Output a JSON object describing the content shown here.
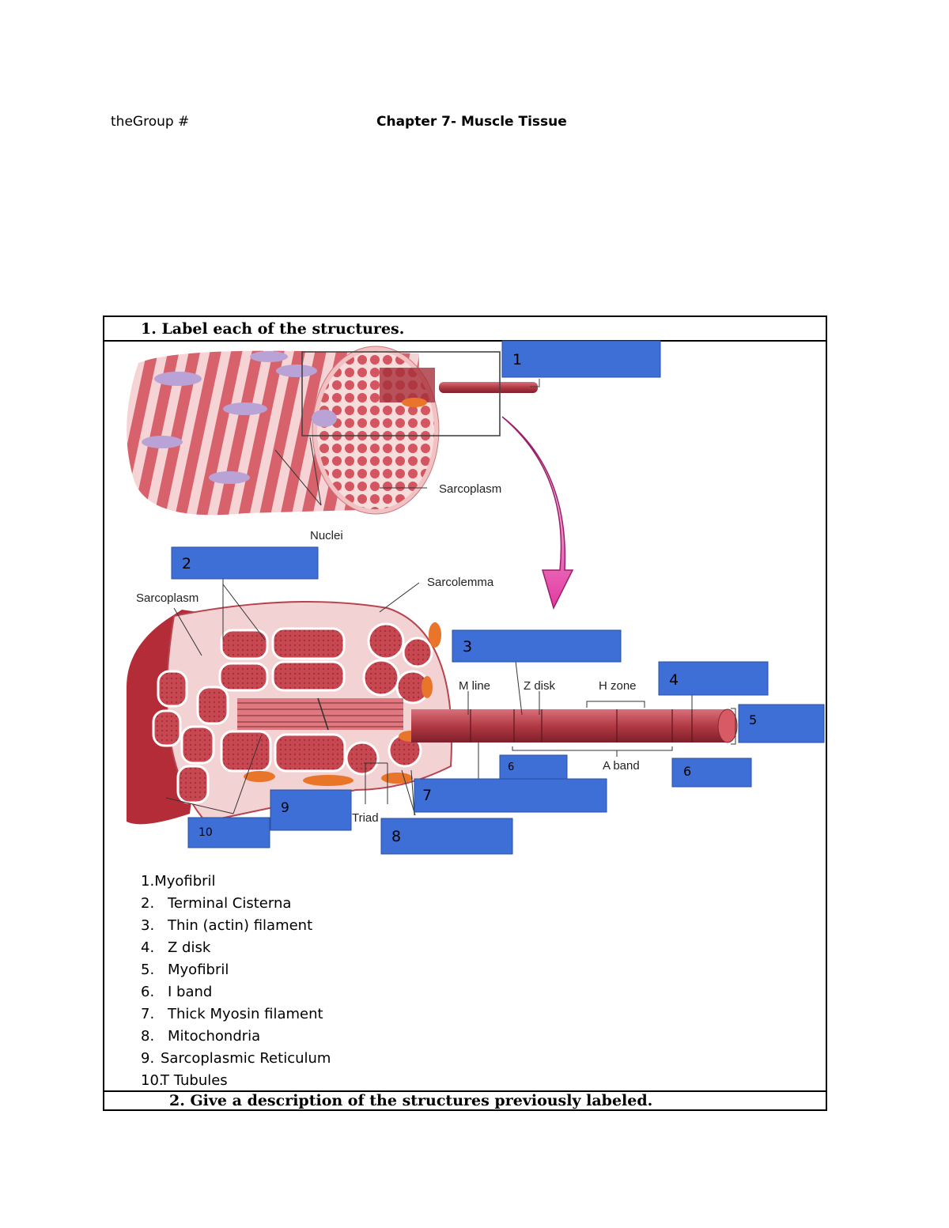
{
  "header": {
    "left": "theGroup  #",
    "title": "Chapter 7- Muscle Tissue"
  },
  "question1": "1.  Label each of the structures.",
  "question2": "2. Give a description of the structures previously labeled.",
  "diagram": {
    "printed_labels": {
      "sarcoplasm_top": "Sarcoplasm",
      "nuclei": "Nuclei",
      "sarcolemma": "Sarcolemma",
      "sarcoplasm_left": "Sarcoplasm",
      "m_line": "M line",
      "z_disk": "Z disk",
      "h_zone": "H zone",
      "a_band": "A band",
      "triad": "Triad"
    },
    "tags": [
      "1",
      "2",
      "3",
      "4",
      "5",
      "6",
      "6",
      "7",
      "8",
      "9",
      "10"
    ],
    "colors": {
      "tag_fill": "#3d6fd6",
      "muscle": "#c8404a",
      "muscle_light": "#f3c3c4",
      "mitochondria": "#e8752a",
      "arrow": "#e23aa0"
    }
  },
  "answers": [
    {
      "num": "1.",
      "text": "Myofibril"
    },
    {
      "num": "2.",
      "text": "Terminal Cisterna"
    },
    {
      "num": "3.",
      "text": "Thin (actin) filament"
    },
    {
      "num": "4.",
      "text": "Z disk"
    },
    {
      "num": "5.",
      "text": "Myofibril"
    },
    {
      "num": "6.",
      "text": "I band"
    },
    {
      "num": "7.",
      "text": "Thick Myosin filament"
    },
    {
      "num": "8.",
      "text": "Mitochondria"
    },
    {
      "num": "9.",
      "text": "Sarcoplasmic Reticulum"
    },
    {
      "num": "10.",
      "text": "T Tubules"
    }
  ]
}
